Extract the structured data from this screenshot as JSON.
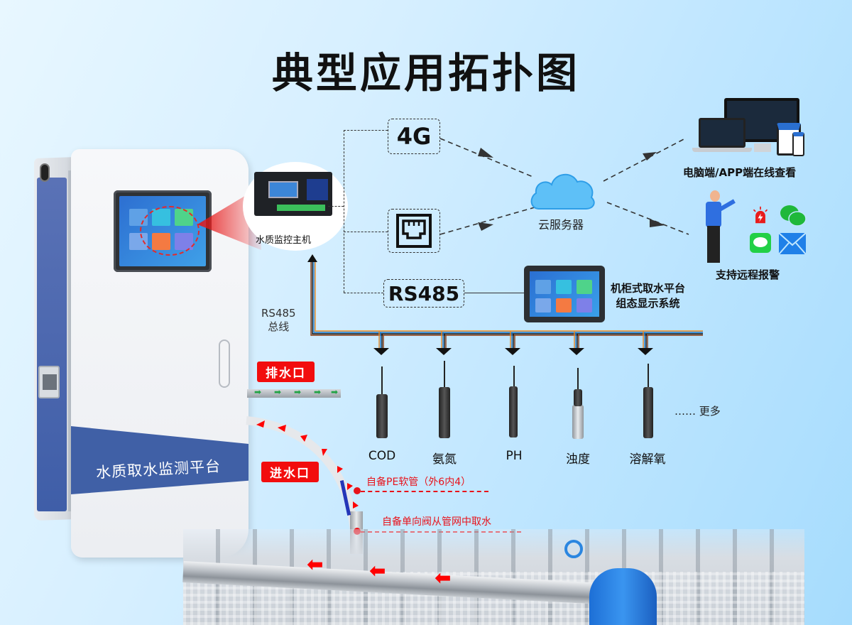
{
  "title": "典型应用拓扑图",
  "cabinet": {
    "label": "水质取水监测平台",
    "colors": {
      "band": "#4060a6",
      "body": "#f3f4f6"
    }
  },
  "host": {
    "label": "水质监控主机"
  },
  "links": {
    "cellular": "4G",
    "ethernet_icon": "ethernet-port-icon",
    "rs485": "RS485"
  },
  "cloud": {
    "label": "云服务器",
    "color": "#5ec0f7"
  },
  "outputs": {
    "pc_app": "电脑端/APP端在线查看",
    "alarm": "支持远程报警",
    "alarm_icons": [
      "alarm-lamp-icon",
      "wechat-icon",
      "sms-icon",
      "email-icon"
    ]
  },
  "display": {
    "label_line1": "机柜式取水平台",
    "label_line2": "组态显示系统"
  },
  "bus": {
    "label_line1": "RS485",
    "label_line2": "总线",
    "colors": [
      "#e88a23",
      "#1a7bd1",
      "#111111",
      "#8b3a0f"
    ]
  },
  "sensors": [
    {
      "name": "COD"
    },
    {
      "name": "氨氮"
    },
    {
      "name": "PH"
    },
    {
      "name": "浊度"
    },
    {
      "name": "溶解氧"
    }
  ],
  "more": {
    "dots": "……",
    "label": "更多"
  },
  "water": {
    "outlet": "排水口",
    "inlet": "进水口",
    "note_hose": "自备PE软管（外6内4）",
    "note_valve": "自备单向阀从管网中取水",
    "accent": "#e8121a"
  }
}
